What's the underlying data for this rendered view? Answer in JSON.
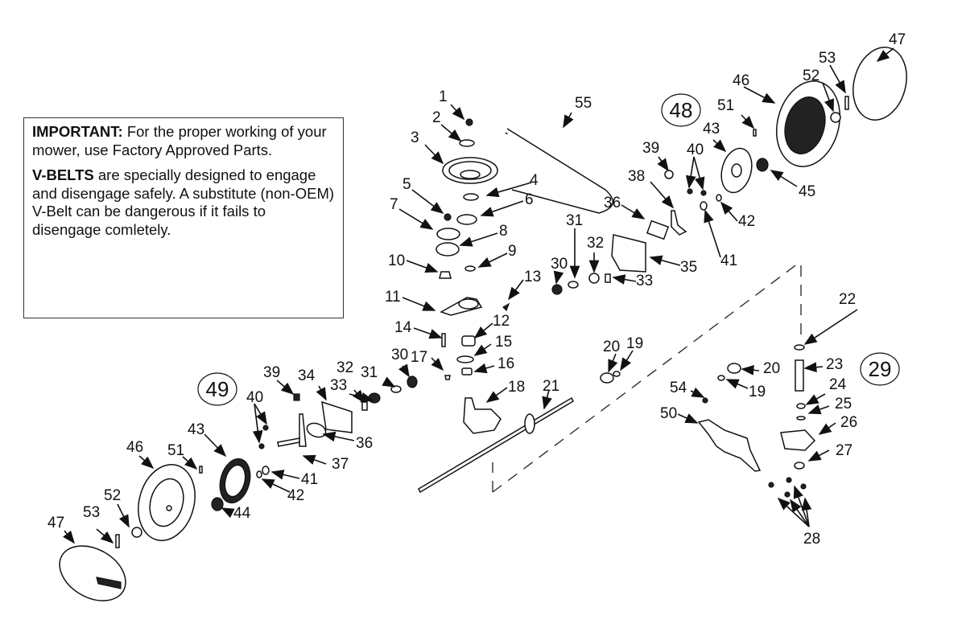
{
  "notice": {
    "p1_bold": "IMPORTANT:",
    "p1_text": " For the proper working of your mower, use Factory Approved Parts.",
    "p2_bold": "V-BELTS",
    "p2_text": " are specially designed to engage and disengage safely. A substitute (non-OEM) V-Belt can be dangerous if it fails to disengage comletely."
  },
  "groups": {
    "g48": "48",
    "g49": "49",
    "g29": "29"
  },
  "callouts": {
    "c1": "1",
    "c2": "2",
    "c3": "3",
    "c4": "4",
    "c5": "5",
    "c6": "6",
    "c7": "7",
    "c8": "8",
    "c9": "9",
    "c10": "10",
    "c11": "11",
    "c12": "12",
    "c13": "13",
    "c14": "14",
    "c15": "15",
    "c16": "16",
    "c17": "17",
    "c18": "18",
    "c19a": "19",
    "c19b": "19",
    "c20a": "20",
    "c20b": "20",
    "c21": "21",
    "c22": "22",
    "c23": "23",
    "c24": "24",
    "c25": "25",
    "c26": "26",
    "c27": "27",
    "c28": "28",
    "c30a": "30",
    "c31a": "31",
    "c32a": "32",
    "c33a": "33",
    "c35": "35",
    "c36a": "36",
    "c38": "38",
    "c39a": "39",
    "c40a": "40",
    "c41a": "41",
    "c42a": "42",
    "c43a": "43",
    "c45": "45",
    "c46a": "46",
    "c47a": "47",
    "c51a": "51",
    "c52a": "52",
    "c53a": "53",
    "c55": "55",
    "c30b": "30",
    "c31b": "31",
    "c32b": "32",
    "c33b": "33",
    "c34": "34",
    "c36b": "36",
    "c37": "37",
    "c39b": "39",
    "c40b": "40",
    "c41b": "41",
    "c42b": "42",
    "c43b": "43",
    "c44": "44",
    "c46b": "46",
    "c47b": "47",
    "c51b": "51",
    "c52b": "52",
    "c53b": "53",
    "c50": "50",
    "c54": "54"
  }
}
